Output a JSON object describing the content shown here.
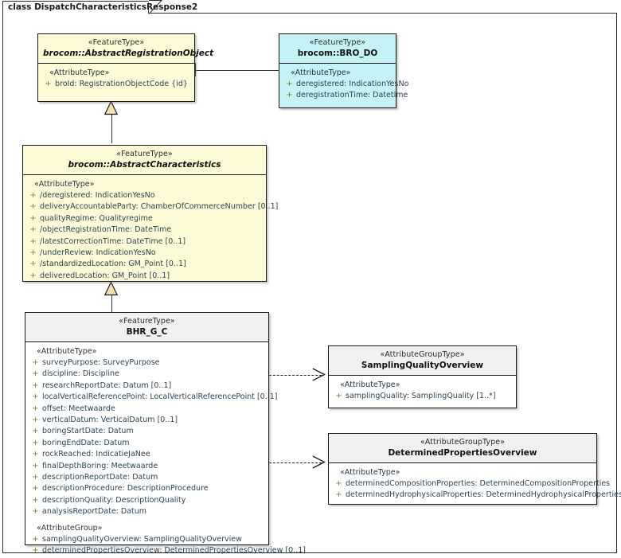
{
  "diagram": {
    "title": "class DispatchCharacteristicsResponse2",
    "colors": {
      "feature_type_fill": "#fdfbd7",
      "bro_do_fill": "#c5f2f4",
      "concrete_header_fill": "#f0f0f0",
      "concrete_body_fill": "#ffffff",
      "border": "#16181a",
      "attribute_text": "#2c4250",
      "visibility_marker": "#8a7a3f"
    }
  },
  "classes": [
    {
      "id": "abstract-registration-object",
      "stereotype": "«FeatureType»",
      "name": "brocom::AbstractRegistrationObject",
      "abstract": true,
      "fill": "feature_type_fill",
      "sections": [
        {
          "stereotype": "«AttributeType»",
          "attributes": [
            {
              "visibility": "+",
              "text": "broId: RegistrationObjectCode {id}"
            }
          ]
        }
      ]
    },
    {
      "id": "bro-do",
      "stereotype": "«FeatureType»",
      "name": "brocom::BRO_DO",
      "abstract": false,
      "fill": "bro_do_fill",
      "sections": [
        {
          "stereotype": "«AttributeType»",
          "attributes": [
            {
              "visibility": "+",
              "text": "deregistered: IndicationYesNo"
            },
            {
              "visibility": "+",
              "text": "deregistrationTime: Datetime"
            }
          ]
        }
      ]
    },
    {
      "id": "abstract-characteristics",
      "stereotype": "«FeatureType»",
      "name": "brocom::AbstractCharacteristics",
      "abstract": true,
      "fill": "feature_type_fill",
      "sections": [
        {
          "stereotype": "«AttributeType»",
          "attributes": [
            {
              "visibility": "+",
              "text": "/deregistered: IndicationYesNo"
            },
            {
              "visibility": "+",
              "text": "deliveryAccountableParty: ChamberOfCommerceNumber [0..1]"
            },
            {
              "visibility": "+",
              "text": "qualityRegime: Qualityregime"
            },
            {
              "visibility": "+",
              "text": "/objectRegistrationTime: DateTime"
            },
            {
              "visibility": "+",
              "text": "/latestCorrectionTime: DateTime [0..1]"
            },
            {
              "visibility": "+",
              "text": "/underReview: IndicationYesNo"
            },
            {
              "visibility": "+",
              "text": "/standardizedLocation: GM_Point [0..1]"
            },
            {
              "visibility": "+",
              "text": "deliveredLocation: GM_Point [0..1]"
            }
          ]
        }
      ]
    },
    {
      "id": "bhr-g-c",
      "stereotype": "«FeatureType»",
      "name": "BHR_G_C",
      "abstract": false,
      "fill": "concrete_body_fill",
      "sections": [
        {
          "stereotype": "«AttributeType»",
          "attributes": [
            {
              "visibility": "+",
              "text": "surveyPurpose: SurveyPurpose"
            },
            {
              "visibility": "+",
              "text": "discipline: Discipline"
            },
            {
              "visibility": "+",
              "text": "researchReportDate: Datum [0..1]"
            },
            {
              "visibility": "+",
              "text": "localVerticalReferencePoint: LocalVerticalReferencePoint [0..1]"
            },
            {
              "visibility": "+",
              "text": "offset: Meetwaarde"
            },
            {
              "visibility": "+",
              "text": "verticalDatum: VerticalDatum [0..1]"
            },
            {
              "visibility": "+",
              "text": "boringStartDate: Datum"
            },
            {
              "visibility": "+",
              "text": "boringEndDate: Datum"
            },
            {
              "visibility": "+",
              "text": "rockReached: IndicatieJaNee"
            },
            {
              "visibility": "+",
              "text": "finalDepthBoring: Meetwaarde"
            },
            {
              "visibility": "+",
              "text": "descriptionReportDate: Datum"
            },
            {
              "visibility": "+",
              "text": "descriptionProcedure: DescriptionProcedure"
            },
            {
              "visibility": "+",
              "text": "descriptionQuality: DescriptionQuality"
            },
            {
              "visibility": "+",
              "text": "analysisReportDate: Datum"
            }
          ]
        },
        {
          "stereotype": "«AttributeGroup»",
          "attributes": [
            {
              "visibility": "+",
              "text": "samplingQualityOverview: SamplingQualityOverview"
            },
            {
              "visibility": "+",
              "text": "determinedPropertiesOverview: DeterminedPropertiesOverview [0..1]"
            }
          ]
        }
      ]
    },
    {
      "id": "sampling-quality-overview",
      "stereotype": "«AttributeGroupType»",
      "name": "SamplingQualityOverview",
      "abstract": false,
      "fill": "concrete_body_fill",
      "sections": [
        {
          "stereotype": "«AttributeType»",
          "attributes": [
            {
              "visibility": "+",
              "text": "samplingQuality: SamplingQuality [1..*]"
            }
          ]
        }
      ]
    },
    {
      "id": "determined-properties-overview",
      "stereotype": "«AttributeGroupType»",
      "name": "DeterminedPropertiesOverview",
      "abstract": false,
      "fill": "concrete_body_fill",
      "sections": [
        {
          "stereotype": "«AttributeType»",
          "attributes": [
            {
              "visibility": "+",
              "text": "determinedCompositionProperties: DeterminedCompositionProperties"
            },
            {
              "visibility": "+",
              "text": "determinedHydrophysicalProperties: DeterminedHydrophysicalProperties"
            }
          ]
        }
      ]
    }
  ],
  "connectors": [
    {
      "id": "gen-brodo-to-aro",
      "type": "generalization",
      "from": "bro-do",
      "to": "abstract-registration-object"
    },
    {
      "id": "gen-ac-to-aro",
      "type": "generalization",
      "from": "abstract-characteristics",
      "to": "abstract-registration-object"
    },
    {
      "id": "gen-bhr-to-ac",
      "type": "generalization",
      "from": "bhr-g-c",
      "to": "abstract-characteristics"
    },
    {
      "id": "dep-bhr-to-sqo",
      "type": "dependency",
      "from": "bhr-g-c",
      "to": "sampling-quality-overview"
    },
    {
      "id": "dep-bhr-to-dpo",
      "type": "dependency",
      "from": "bhr-g-c",
      "to": "determined-properties-overview"
    }
  ]
}
